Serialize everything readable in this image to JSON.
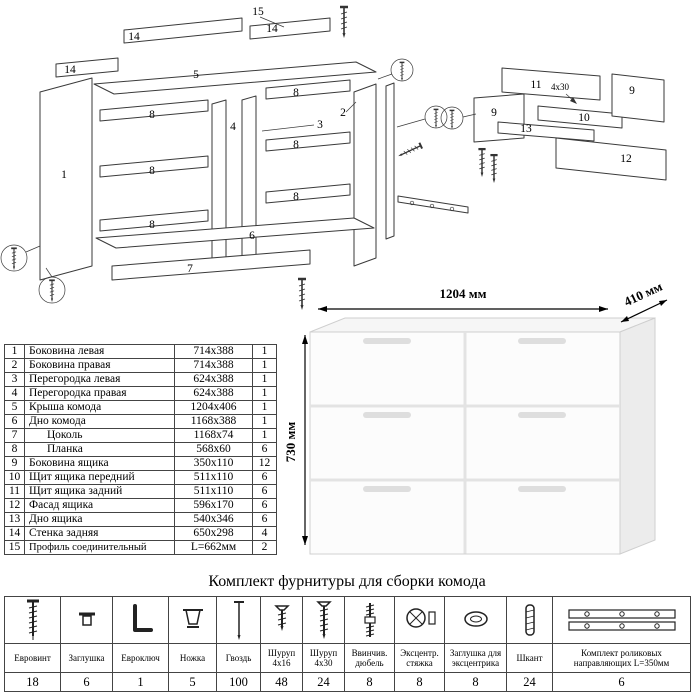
{
  "diagram": {
    "labels": [
      "15",
      "14",
      "14",
      "14",
      "5",
      "1",
      "8",
      "8",
      "8",
      "8",
      "8",
      "8",
      "4",
      "3",
      "2",
      "6",
      "7",
      "11",
      "4x30",
      "9",
      "9",
      "13",
      "10",
      "12"
    ]
  },
  "dimensions": {
    "width": "1204 мм",
    "depth": "410 мм",
    "height": "730 мм"
  },
  "parts": {
    "rows": [
      {
        "num": "1",
        "name": "Боковина левая",
        "size": "714x388",
        "qty": "1"
      },
      {
        "num": "2",
        "name": "Боковина правая",
        "size": "714x388",
        "qty": "1"
      },
      {
        "num": "3",
        "name": "Перегородка левая",
        "size": "624x388",
        "qty": "1"
      },
      {
        "num": "4",
        "name": "Перегородка правая",
        "size": "624x388",
        "qty": "1"
      },
      {
        "num": "5",
        "name": "Крыша комода",
        "size": "1204x406",
        "qty": "1"
      },
      {
        "num": "6",
        "name": "Дно комода",
        "size": "1168x388",
        "qty": "1"
      },
      {
        "num": "7",
        "name": "Цоколь",
        "size": "1168x74",
        "qty": "1"
      },
      {
        "num": "8",
        "name": "Планка",
        "size": "568x60",
        "qty": "6"
      },
      {
        "num": "9",
        "name": "Боковина ящика",
        "size": "350x110",
        "qty": "12"
      },
      {
        "num": "10",
        "name": "Щит ящика передний",
        "size": "511x110",
        "qty": "6"
      },
      {
        "num": "11",
        "name": "Щит ящика задний",
        "size": "511x110",
        "qty": "6"
      },
      {
        "num": "12",
        "name": "Фасад ящика",
        "size": "596x170",
        "qty": "6"
      },
      {
        "num": "13",
        "name": "Дно ящика",
        "size": "540x346",
        "qty": "6"
      },
      {
        "num": "14",
        "name": "Стенка задняя",
        "size": "650x298",
        "qty": "4"
      },
      {
        "num": "15",
        "name": "Профиль соединительный",
        "size": "L=662мм",
        "qty": "2"
      }
    ]
  },
  "hardware": {
    "title": "Комплект фурнитуры для сборки комода",
    "items": [
      {
        "name": "Евровинт",
        "qty": "18",
        "icon": "euro-screw-icon"
      },
      {
        "name": "Заглушка",
        "qty": "6",
        "icon": "cap-plug-icon"
      },
      {
        "name": "Евроключ",
        "qty": "1",
        "icon": "hex-key-icon"
      },
      {
        "name": "Ножка",
        "qty": "5",
        "icon": "leg-icon"
      },
      {
        "name": "Гвоздь",
        "qty": "100",
        "icon": "nail-icon"
      },
      {
        "name": "Шуруп 4x16",
        "qty": "48",
        "icon": "screw-4x16-icon"
      },
      {
        "name": "Шуруп 4x30",
        "qty": "24",
        "icon": "screw-4x30-icon"
      },
      {
        "name": "Ввинчив. дюбель",
        "qty": "8",
        "icon": "dowel-screw-icon"
      },
      {
        "name": "Эксцентр. стяжка",
        "qty": "8",
        "icon": "cam-lock-icon"
      },
      {
        "name": "Заглушка для эксцентрика",
        "qty": "8",
        "icon": "cam-cover-icon"
      },
      {
        "name": "Шкант",
        "qty": "24",
        "icon": "wood-dowel-icon"
      },
      {
        "name": "Комплект роликовых направляющих L=350мм",
        "qty": "6",
        "icon": "roller-guides-icon"
      }
    ]
  }
}
